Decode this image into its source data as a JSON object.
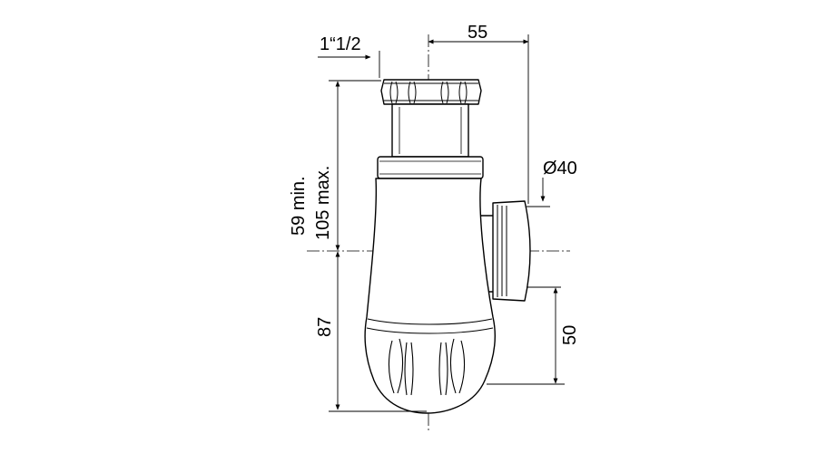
{
  "dimensions": {
    "thread": "1“1/2",
    "offset": "55",
    "outlet_diameter": "Ø40",
    "height_range": [
      "59 min.",
      "105 max."
    ],
    "lower_height": "87",
    "outlet_height": "50"
  },
  "colors": {
    "line": "#000000",
    "background": "#ffffff"
  }
}
